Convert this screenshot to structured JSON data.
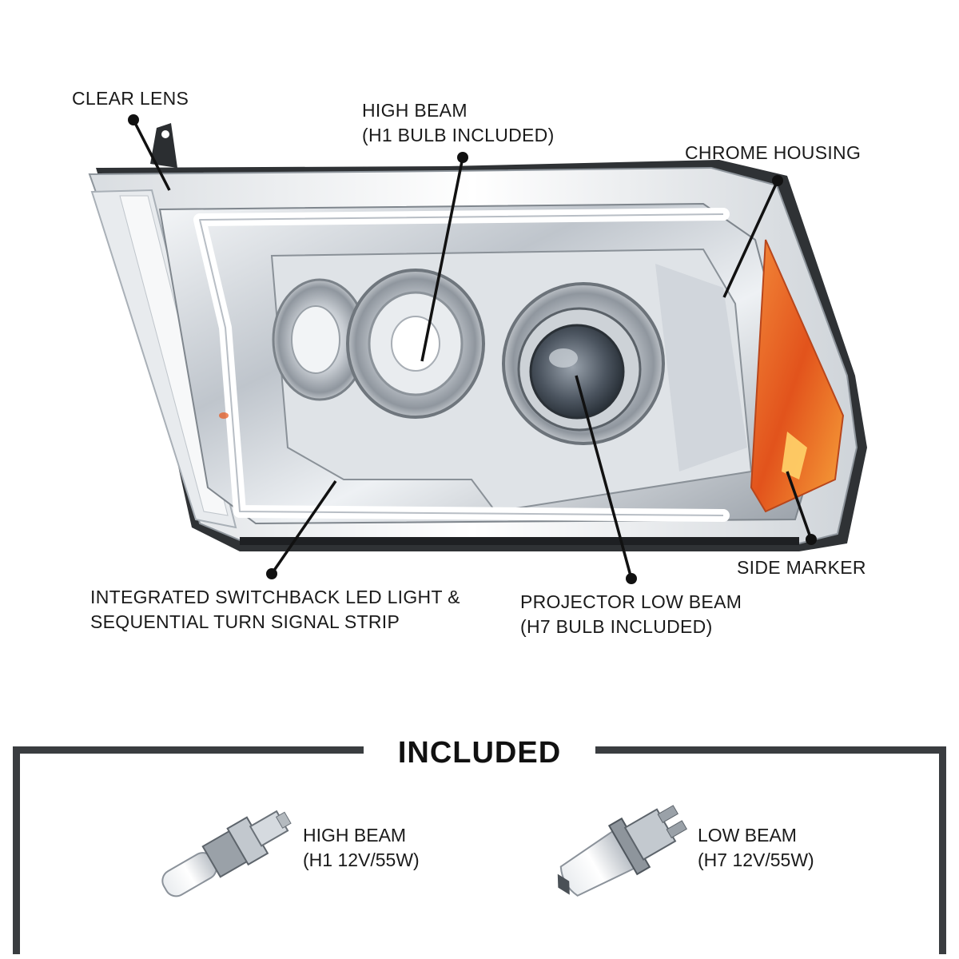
{
  "callouts": {
    "clear_lens": "CLEAR LENS",
    "high_beam": [
      "HIGH BEAM",
      "(H1 BULB INCLUDED)"
    ],
    "chrome_housing": "CHROME HOUSING",
    "side_marker": "SIDE MARKER",
    "led_strip": [
      "INTEGRATED SWITCHBACK LED LIGHT &",
      "SEQUENTIAL TURN SIGNAL STRIP"
    ],
    "low_beam": [
      "PROJECTOR LOW BEAM",
      "(H7 BULB INCLUDED)"
    ]
  },
  "included": {
    "title": "INCLUDED",
    "h1": [
      "HIGH BEAM",
      "(H1 12V/55W)"
    ],
    "h7": [
      "LOW BEAM",
      "(H7 12V/55W)"
    ]
  },
  "colors": {
    "amber": "#e8561a",
    "chrome": "#c9ced4",
    "frame": "#3a3d40",
    "leader": "#111111",
    "led": "#ffffff"
  }
}
